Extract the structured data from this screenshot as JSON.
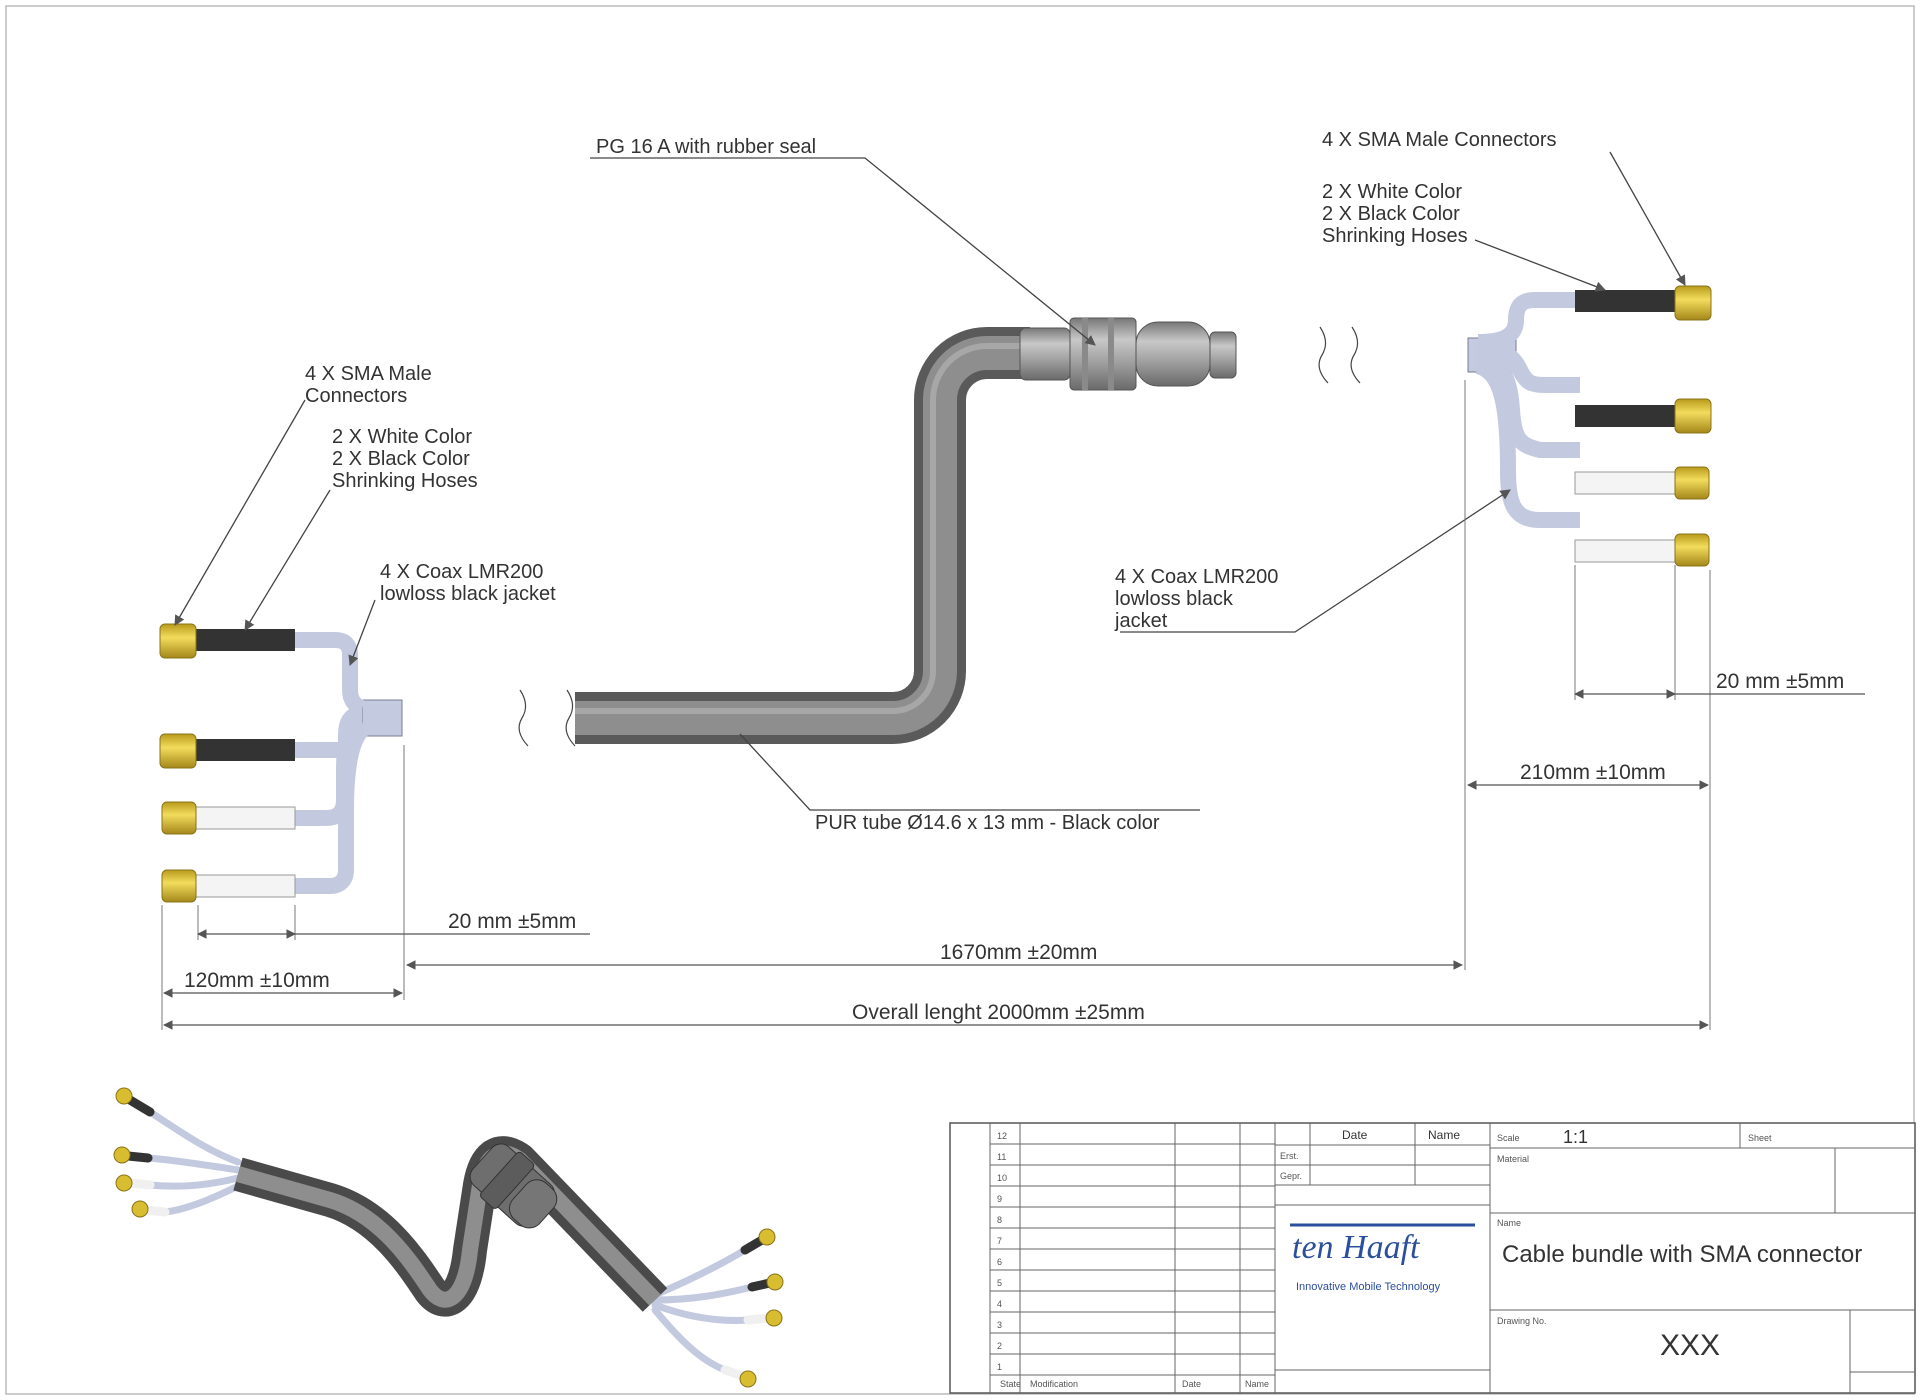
{
  "annotations": {
    "pg_gland": "PG 16 A with rubber seal",
    "left_sma": [
      "4 X SMA Male",
      "Connectors"
    ],
    "left_shrink": [
      "2 X White Color",
      "2 X Black Color",
      "Shrinking Hoses"
    ],
    "left_coax": [
      "4 X Coax LMR200",
      "lowloss black jacket"
    ],
    "right_sma": "4 X SMA Male Connectors",
    "right_shrink": [
      "2 X White Color",
      "2 X Black Color",
      "Shrinking Hoses"
    ],
    "right_coax": [
      "4 X Coax LMR200",
      "lowloss black",
      "jacket"
    ],
    "tube": "PUR tube Ø14.6 x 13 mm - Black color"
  },
  "dimensions": {
    "left_shrink_len": "20 mm ±5mm",
    "right_shrink_len": "20 mm ±5mm",
    "right_fanout": "210mm ±10mm",
    "left_fanout": "120mm ±10mm",
    "middle": "1670mm ±20mm",
    "overall": "Overall lenght 2000mm ±25mm"
  },
  "title_block": {
    "rev_rows": [
      "12",
      "11",
      "10",
      "9",
      "8",
      "7",
      "6",
      "5",
      "4",
      "3",
      "2",
      "1"
    ],
    "col_headers": {
      "name": "Name",
      "date": "Date"
    },
    "row_labels": {
      "created": "Erst.",
      "approved": "Gepr."
    },
    "scale_label": "Scale",
    "scale_value": "1:1",
    "sheet_label": "Sheet",
    "material_label": "Material",
    "title_label": "Name",
    "title": "Cable bundle with SMA connector",
    "drawing_no_label": "Drawing No.",
    "drawing_no": "XXX",
    "company_name": "ten Haaft",
    "company_tagline": "Innovative Mobile Technology",
    "footer": {
      "state": "State",
      "modification": "Modification",
      "date": "Date",
      "name": "Name"
    }
  },
  "colors": {
    "tube": "#7b7b7b",
    "tube_dark": "#4f4f4f",
    "coax": "#b9c1d6",
    "sma_gold": "#e3c73a",
    "shrink_black": "#333333",
    "shrink_white": "#f4f4f4",
    "logo_blue": "#2c4f9c"
  }
}
